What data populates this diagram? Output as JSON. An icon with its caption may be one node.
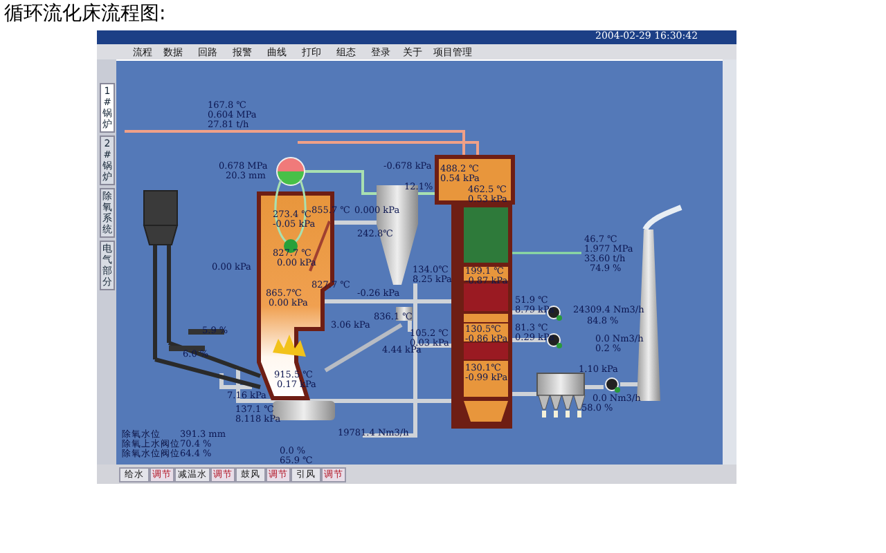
{
  "diagram": {
    "title": "循环流化床流程图:",
    "nodes": [
      {
        "text": [
          "1#锅炉"
        ]
      },
      {
        "text": [
          "2#锅炉"
        ]
      },
      {
        "text": [
          "除氧系统"
        ]
      },
      {
        "text": [
          "电气部分"
        ]
      },
      {
        "text": [
          "给水"
        ]
      },
      {
        "text": [
          "调节"
        ]
      },
      {
        "text": [
          "减温水"
        ]
      },
      {
        "text": [
          "调节"
        ]
      },
      {
        "text": [
          "鼓风"
        ]
      },
      {
        "text": [
          "调节"
        ]
      },
      {
        "text": [
          "引风"
        ]
      },
      {
        "text": [
          "调节"
        ]
      }
    ],
    "labels": [
      "2004-02-29 16:30:42",
      "流程",
      "数据",
      "回路",
      "报警",
      "曲线",
      "打印",
      "组态",
      "登录",
      "关于",
      "项目管理",
      "167.8 ℃",
      "0.604 MPa",
      "27.81 t/h",
      "0.678 MPa",
      "20.3 mm",
      "273.4 ℃",
      "-0.05 kPa",
      "855.7 ℃",
      "0.000 kPa",
      "242.8℃",
      "827.7 ℃",
      "0.00 kPa",
      "0.00 kPa",
      "865.7℃",
      "0.00 kPa",
      "827.7 ℃",
      "-0.678 kPa",
      "12.1%",
      "488.2 ℃",
      "0.54 kPa",
      "462.5 ℃",
      "0.53 kPa",
      "-0.26 kPa",
      "3.06 kPa",
      "836.1 ℃",
      "4.44 kPa",
      "134.0℃",
      "8.25 kPa",
      "105.2 ℃",
      "0.03 kPa",
      "199.1 ℃",
      "-0.87 kPa",
      "130.5℃",
      "-0.86 kPa",
      "130.1℃",
      "-0.99 kPa",
      "46.7 ℃",
      "1.977 MPa",
      "33.60 t/h",
      "74.9 %",
      "51.9 ℃",
      "8.79 kPa",
      "24309.4 Nm3/h",
      "84.8 %",
      "81.3 ℃",
      "0.29 kPa",
      "0.0 Nm3/h",
      "0.2 %",
      "1.10 kPa",
      "0.0 Nm3/h",
      "58.0 %",
      "5.9 %",
      "6.0 %",
      "7.16 kPa",
      "915.5 ℃",
      "0.17 kPa",
      "137.1 ℃",
      "8.118 kPa",
      "19781.4 Nm3/h",
      "0.0 %",
      "65.9 ℃",
      "除氧水位",
      "391.3 mm",
      "除氧上水阀位",
      "70.4 %",
      "除氧水位阀位",
      "64.4 %"
    ]
  }
}
